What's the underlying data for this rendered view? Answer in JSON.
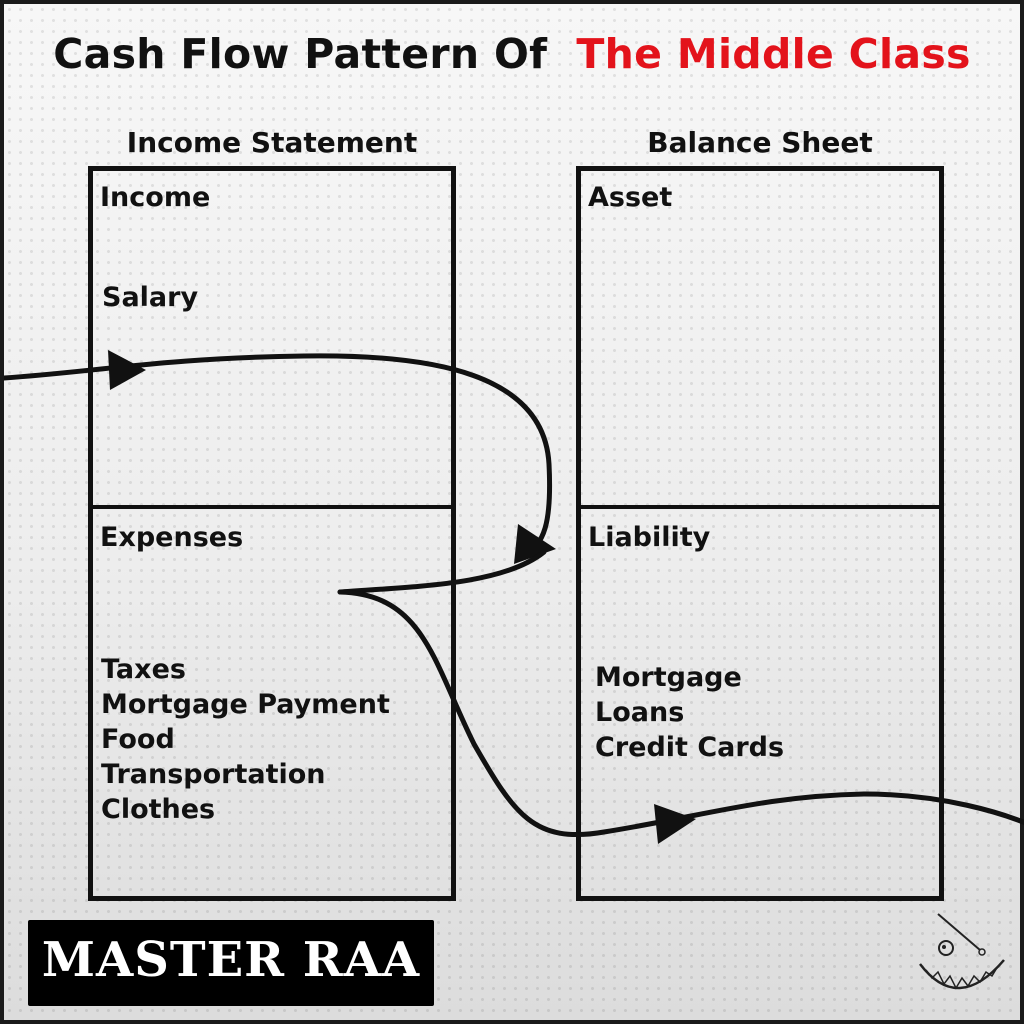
{
  "title": {
    "main": "Cash Flow Pattern Of",
    "accent": "The Middle Class"
  },
  "income_statement": {
    "heading": "Income Statement",
    "income_label": "Income",
    "income_items": [
      "Salary"
    ],
    "expenses_label": "Expenses",
    "expense_items": [
      "Taxes",
      "Mortgage Payment",
      "Food",
      "Transportation",
      "Clothes"
    ]
  },
  "balance_sheet": {
    "heading": "Balance Sheet",
    "asset_label": "Asset",
    "liability_label": "Liability",
    "liability_items": [
      "Mortgage",
      "Loans",
      "Credit Cards"
    ]
  },
  "branding": {
    "logo_text": "MASTER RAA"
  },
  "colors": {
    "accent": "#e3131b",
    "ink": "#111111"
  }
}
